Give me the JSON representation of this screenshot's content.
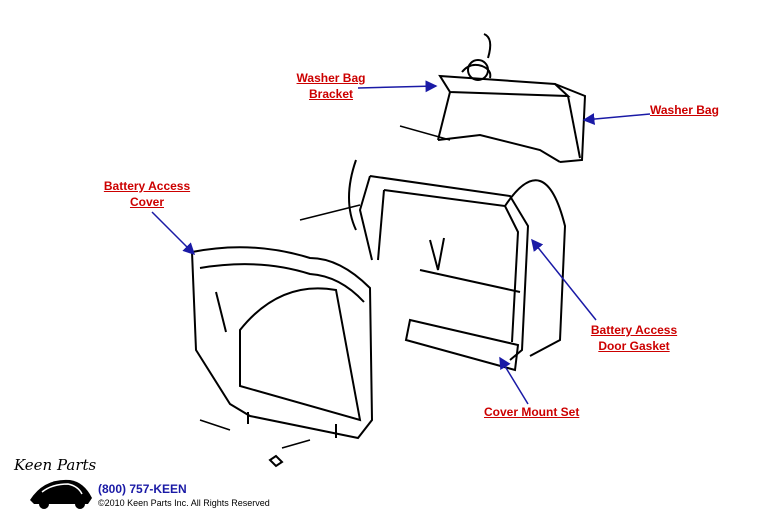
{
  "callouts": {
    "washer_bag_bracket": [
      "Washer Bag",
      "Bracket"
    ],
    "washer_bag": [
      "Washer Bag"
    ],
    "battery_access_cover": [
      "Battery Access",
      "Cover"
    ],
    "battery_access_door_gasket": [
      "Battery Access",
      "Door Gasket"
    ],
    "cover_mount_set": [
      "Cover Mount Set"
    ]
  },
  "footer": {
    "phone": "(800) 757-KEEN",
    "copyright": "©2010 Keen Parts Inc. All Rights Reserved"
  },
  "logo_text": "Keen Parts",
  "colors": {
    "label": "#cc0000",
    "arrow": "#1a1aa6",
    "line": "#000000"
  }
}
